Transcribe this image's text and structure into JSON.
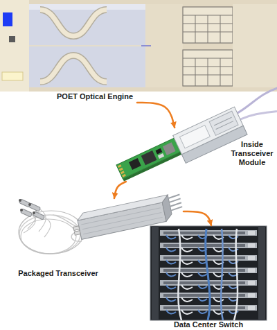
{
  "diagram": {
    "nodes": [
      {
        "text": [
          "POET Optical Engine"
        ]
      },
      {
        "text": [
          "Inside Transceiver Module"
        ]
      },
      {
        "text": [
          "Packaged Transceiver"
        ]
      },
      {
        "text": [
          "Data Center Switch"
        ]
      }
    ],
    "edges": [
      {
        "from": 0,
        "to": 1,
        "arrow": "to"
      },
      {
        "from": 1,
        "to": 2,
        "arrow": "to"
      },
      {
        "from": 2,
        "to": 3,
        "arrow": "to"
      }
    ]
  }
}
